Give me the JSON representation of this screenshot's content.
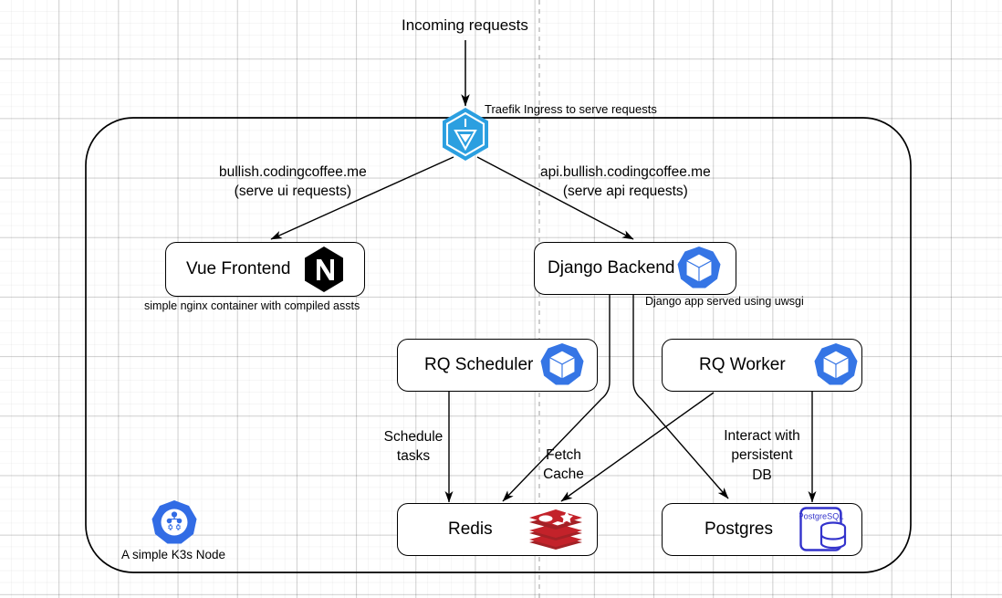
{
  "diagram": {
    "title": "Incoming requests",
    "ingress_note": "Traefik Ingress to serve requests",
    "cluster_note": "A simple K3s Node",
    "icons": {
      "traefik": "traefik-icon",
      "nginx": "nginx-icon",
      "kubernetes_pod": "kubernetes-pod-icon",
      "redis": "redis-icon",
      "postgres": "postgresql-icon",
      "k3s": "k3s-node-icon"
    },
    "colors": {
      "traefik_blue": "#2496d4",
      "kubernetes_blue": "#326ce5",
      "pod_blue": "#3575e5",
      "nginx_black": "#000000",
      "redis_red": "#c3222a",
      "postgres_blue": "#3333cc",
      "stroke": "#000000",
      "grid": "#e6e6e6"
    },
    "nodes": [
      {
        "id": "vue",
        "label": "Vue Frontend",
        "icon": "nginx-icon",
        "note": "simple nginx container with compiled assts"
      },
      {
        "id": "django",
        "label": "Django Backend",
        "icon": "kubernetes-pod-icon",
        "note": "Django app served using uwsgi"
      },
      {
        "id": "scheduler",
        "label": "RQ Scheduler",
        "icon": "kubernetes-pod-icon",
        "note": ""
      },
      {
        "id": "worker",
        "label": "RQ Worker",
        "icon": "kubernetes-pod-icon",
        "note": ""
      },
      {
        "id": "redis",
        "label": "Redis",
        "icon": "redis-icon",
        "note": ""
      },
      {
        "id": "postgres",
        "label": "Postgres",
        "icon": "postgresql-icon",
        "note": ""
      }
    ],
    "edges": [
      {
        "from": "incoming",
        "to": "traefik",
        "label": ""
      },
      {
        "from": "traefik",
        "to": "vue",
        "label_line1": "bullish.codingcoffee.me",
        "label_line2": "(serve ui requests)"
      },
      {
        "from": "traefik",
        "to": "django",
        "label_line1": "api.bullish.codingcoffee.me",
        "label_line2": "(serve api requests)"
      },
      {
        "from": "scheduler",
        "to": "redis",
        "label_line1": "Schedule",
        "label_line2": "tasks"
      },
      {
        "from": "django",
        "to": "redis",
        "label_line1": "Fetch",
        "label_line2": "Cache"
      },
      {
        "from": "worker",
        "to": "redis",
        "label_line1": "",
        "label_line2": ""
      },
      {
        "from": "django",
        "to": "postgres",
        "label_line1": "",
        "label_line2": ""
      },
      {
        "from": "worker",
        "to": "postgres",
        "label_line1": "Interact with",
        "label_line2": "persistent",
        "label_line3": "DB"
      }
    ],
    "edge_labels": {
      "ui_host": "bullish.codingcoffee.me",
      "ui_sub": "(serve ui requests)",
      "api_host": "api.bullish.codingcoffee.me",
      "api_sub": "(serve api requests)",
      "schedule_l1": "Schedule",
      "schedule_l2": "tasks",
      "fetch_l1": "Fetch",
      "fetch_l2": "Cache",
      "db_l1": "Interact with",
      "db_l2": "persistent",
      "db_l3": "DB"
    }
  }
}
